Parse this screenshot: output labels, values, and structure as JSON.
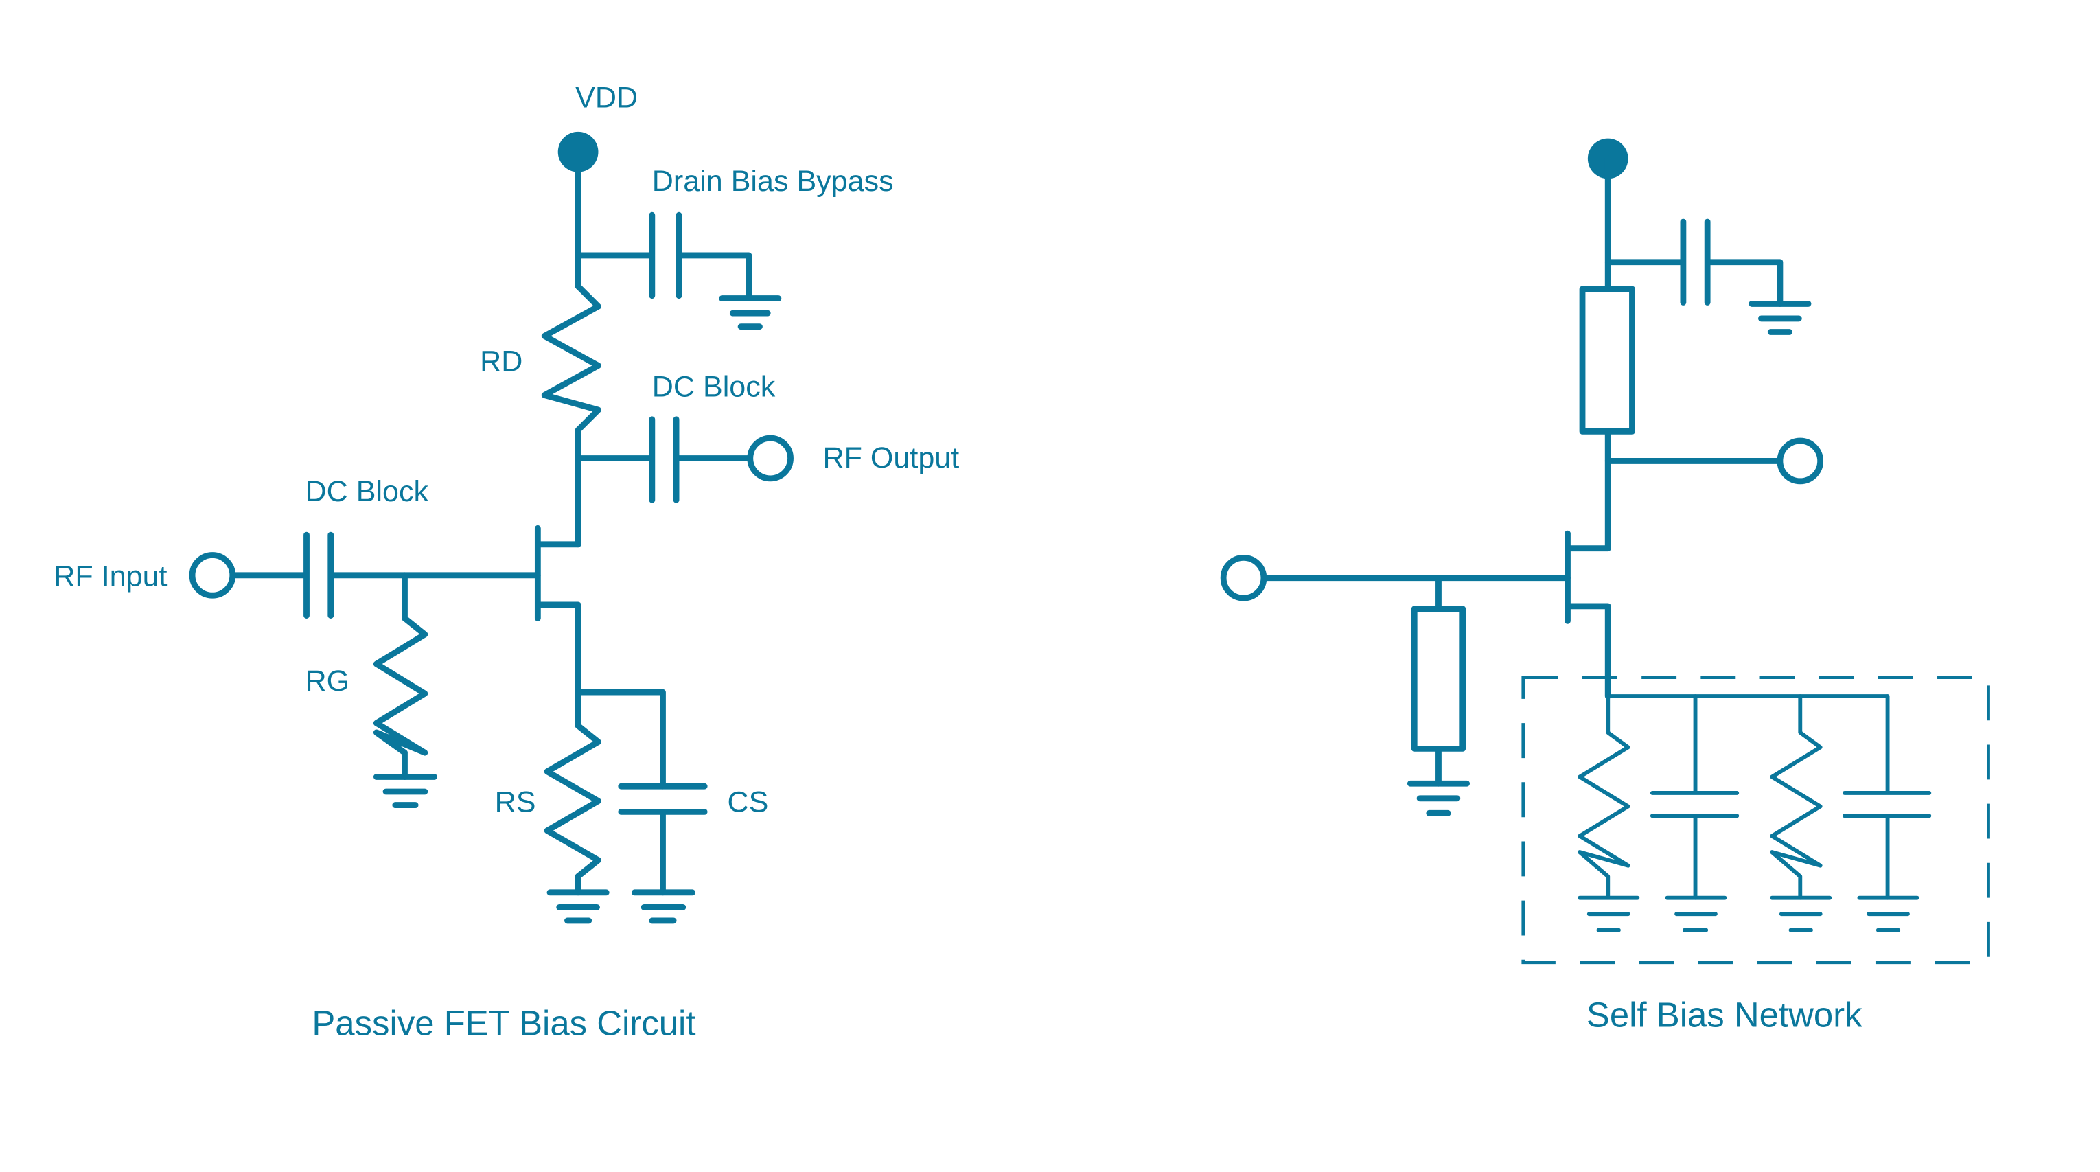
{
  "left_circuit": {
    "title": "Passive FET Bias Circuit",
    "labels": {
      "vdd": "VDD",
      "drain_bias_bypass": "Drain Bias Bypass",
      "rd": "RD",
      "dc_block_output": "DC Block",
      "rf_output": "RF Output",
      "dc_block_input": "DC Block",
      "rf_input": "RF Input",
      "rg": "RG",
      "rs": "RS",
      "cs": "CS"
    }
  },
  "right_circuit": {
    "title": "Self Bias Network"
  },
  "colors": {
    "stroke": "#0a779c",
    "background": "#ffffff"
  }
}
